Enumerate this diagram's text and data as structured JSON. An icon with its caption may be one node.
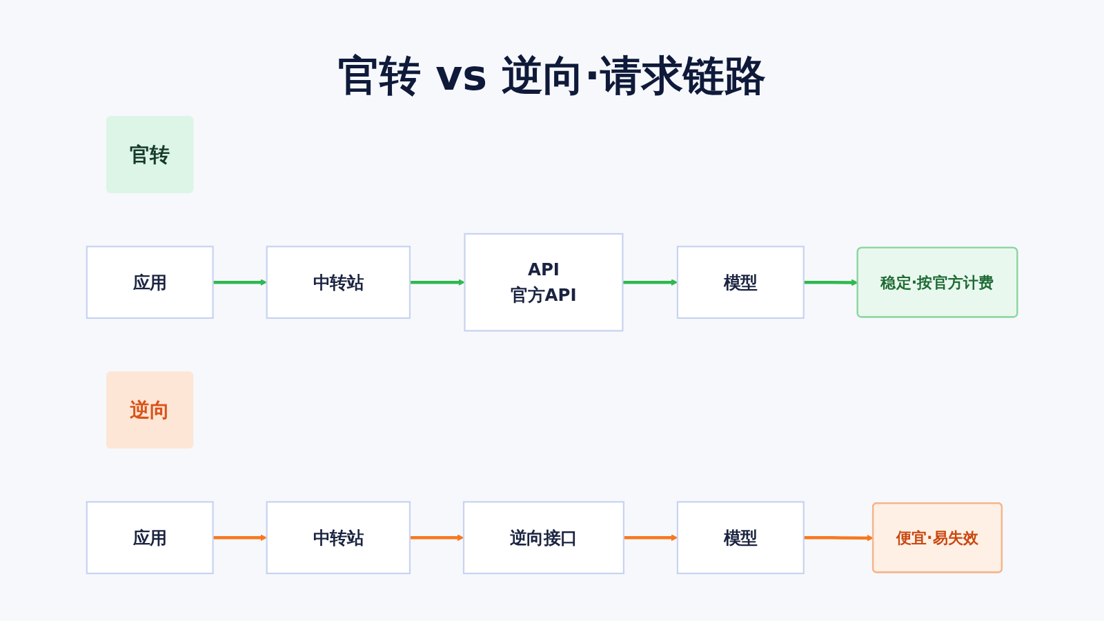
{
  "diagram": {
    "title": "官转 vs 逆向·请求链路",
    "nodes": [
      {
        "text": [
          "官转"
        ]
      },
      {
        "text": [
          "应用"
        ]
      },
      {
        "text": [
          "中转站"
        ]
      },
      {
        "text": [
          "API",
          "官方API"
        ]
      },
      {
        "text": [
          "模型"
        ]
      },
      {
        "text": [
          "稳定·按官方计费"
        ]
      },
      {
        "text": [
          "逆向"
        ]
      },
      {
        "text": [
          "应用"
        ]
      },
      {
        "text": [
          "中转站"
        ]
      },
      {
        "text": [
          "逆向接口"
        ]
      },
      {
        "text": [
          "模型"
        ]
      },
      {
        "text": [
          "便宜·易失效"
        ]
      }
    ],
    "edges": [
      {
        "from": 1,
        "to": 2,
        "arrow": "to",
        "color": "#2fb84f"
      },
      {
        "from": 2,
        "to": 3,
        "arrow": "to",
        "color": "#2fb84f"
      },
      {
        "from": 3,
        "to": 4,
        "arrow": "to",
        "color": "#2fb84f"
      },
      {
        "from": 4,
        "to": 5,
        "arrow": "to",
        "color": "#2fb84f"
      },
      {
        "from": 7,
        "to": 8,
        "arrow": "to",
        "color": "#f7781e"
      },
      {
        "from": 8,
        "to": 9,
        "arrow": "to",
        "color": "#f7781e"
      },
      {
        "from": 9,
        "to": 10,
        "arrow": "to",
        "color": "#f7781e"
      },
      {
        "from": 10,
        "to": 11,
        "arrow": "to",
        "color": "#f7781e"
      }
    ]
  }
}
